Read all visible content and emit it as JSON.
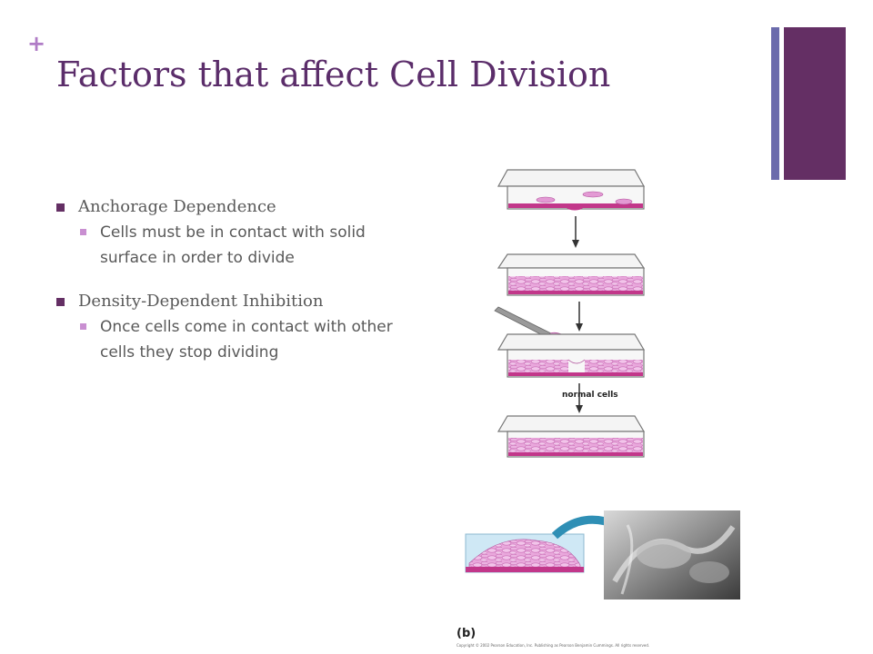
{
  "slide": {
    "plus": "+",
    "title": "Factors that affect Cell Division",
    "bullets": [
      {
        "heading": "Anchorage Dependence",
        "subs": [
          "Cells must be in contact with solid surface in order to divide"
        ]
      },
      {
        "heading": "Density-Dependent Inhibition",
        "subs": [
          "Once cells come in contact with other cells they stop dividing"
        ]
      }
    ],
    "figure": {
      "label_normal_cells": "normal cells",
      "panel_label": "(b)",
      "copyright": "Copyright © 2002 Pearson Education, Inc. Publishing as Pearson Benjamin Cummings. All rights reserved."
    }
  },
  "colors": {
    "plus": "#b07cc6",
    "title": "#5b2d6a",
    "accent_thin": "#6b6bac",
    "accent_thick": "#642f64",
    "bullet_l1": "#642f64",
    "bullet_l2": "#c98fd1",
    "text": "#595959",
    "cell_pink": "#e39ad4",
    "cell_magenta": "#c2378a"
  }
}
